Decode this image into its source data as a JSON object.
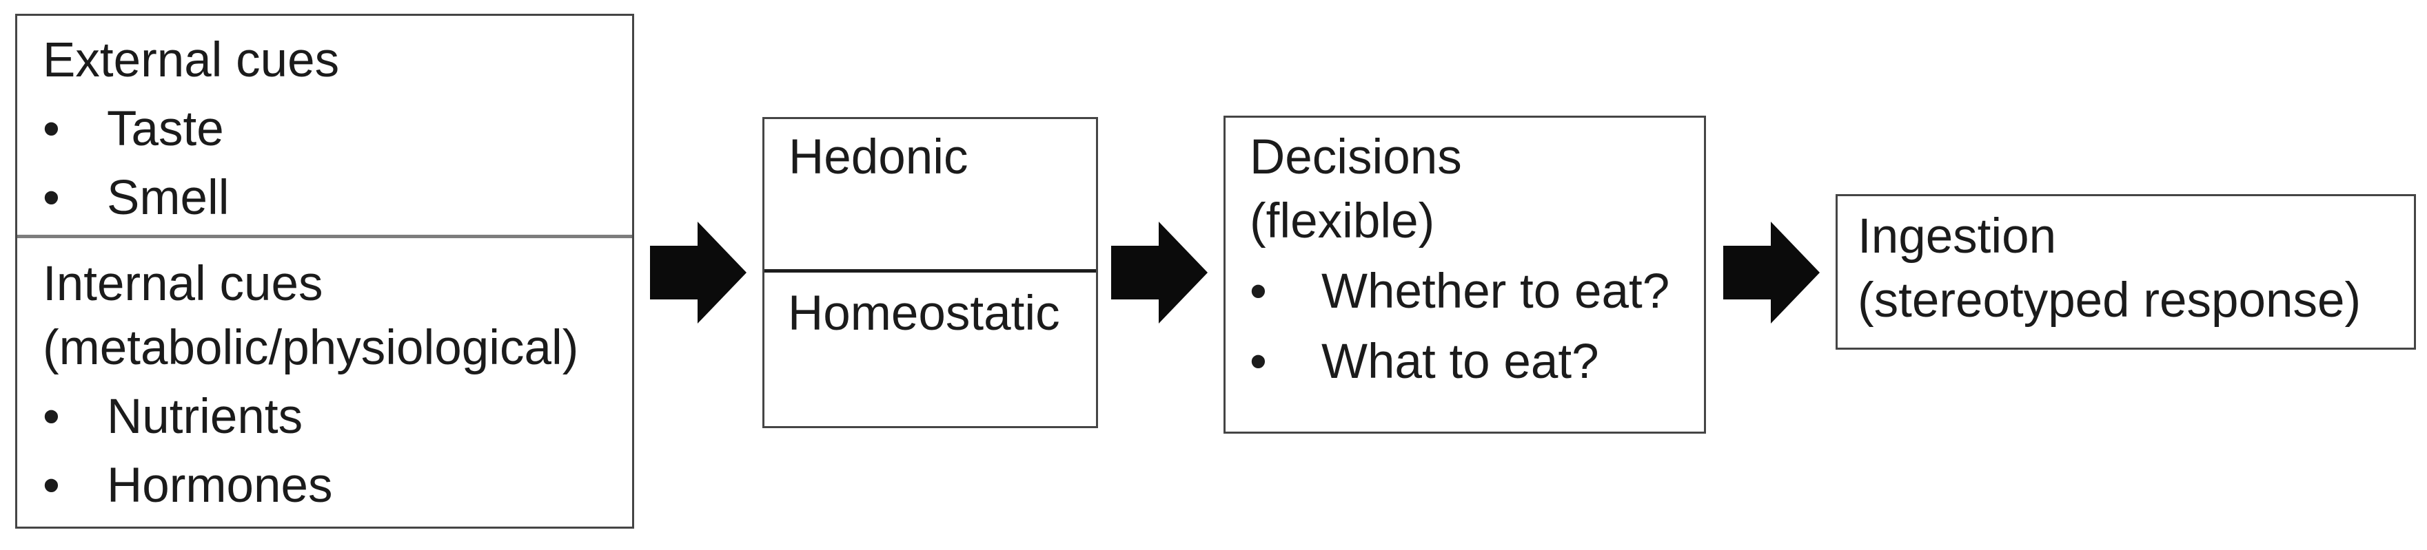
{
  "glyphs": {
    "bullet": "•"
  },
  "colors": {
    "border": "#454545",
    "divider_gray": "#7d7d7d",
    "divider_black": "#1c1c1c",
    "arrow": "#0b0b0b",
    "text": "#1b1b1b",
    "background": "#ffffff"
  },
  "flow": {
    "cues": {
      "external": {
        "title": "External cues",
        "items": [
          "Taste",
          "Smell"
        ]
      },
      "internal": {
        "title": "Internal cues",
        "subtitle": "(metabolic/physiological)",
        "items": [
          "Nutrients",
          "Hormones"
        ]
      }
    },
    "valuation": {
      "hedonic": "Hedonic",
      "homeostatic": "Homeostatic"
    },
    "decisions": {
      "title": "Decisions",
      "subtitle": "(flexible)",
      "items": [
        "Whether to eat?",
        "What to eat?"
      ]
    },
    "ingestion": {
      "title": "Ingestion",
      "subtitle": "(stereotyped response)"
    }
  }
}
